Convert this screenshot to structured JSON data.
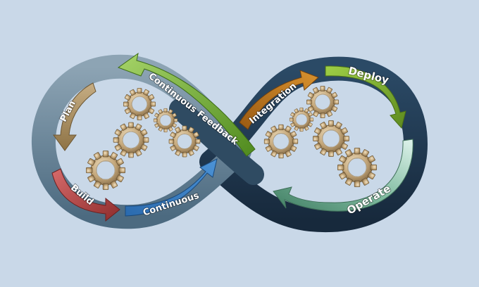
{
  "diagram": {
    "stages": {
      "plan": "Plan",
      "build": "Build",
      "continuous": "Continuous",
      "integration": "Integration",
      "deploy": "Deploy",
      "operate": "Operate",
      "continuous_feedback": "Continuous Feedback"
    },
    "colors": {
      "background": "#c9d8e8",
      "plan": "#a88c5e",
      "build": "#b84646",
      "continuous": "#2e74b5",
      "integration": "#b86e1f",
      "deploy": "#7aa82e",
      "operate": "#5a9a7a",
      "feedback": "#5c9a26",
      "loop_left": "#6d8596",
      "loop_right": "#243c52",
      "gear": "#b89a6a"
    },
    "icons": [
      "gear-icon"
    ]
  }
}
